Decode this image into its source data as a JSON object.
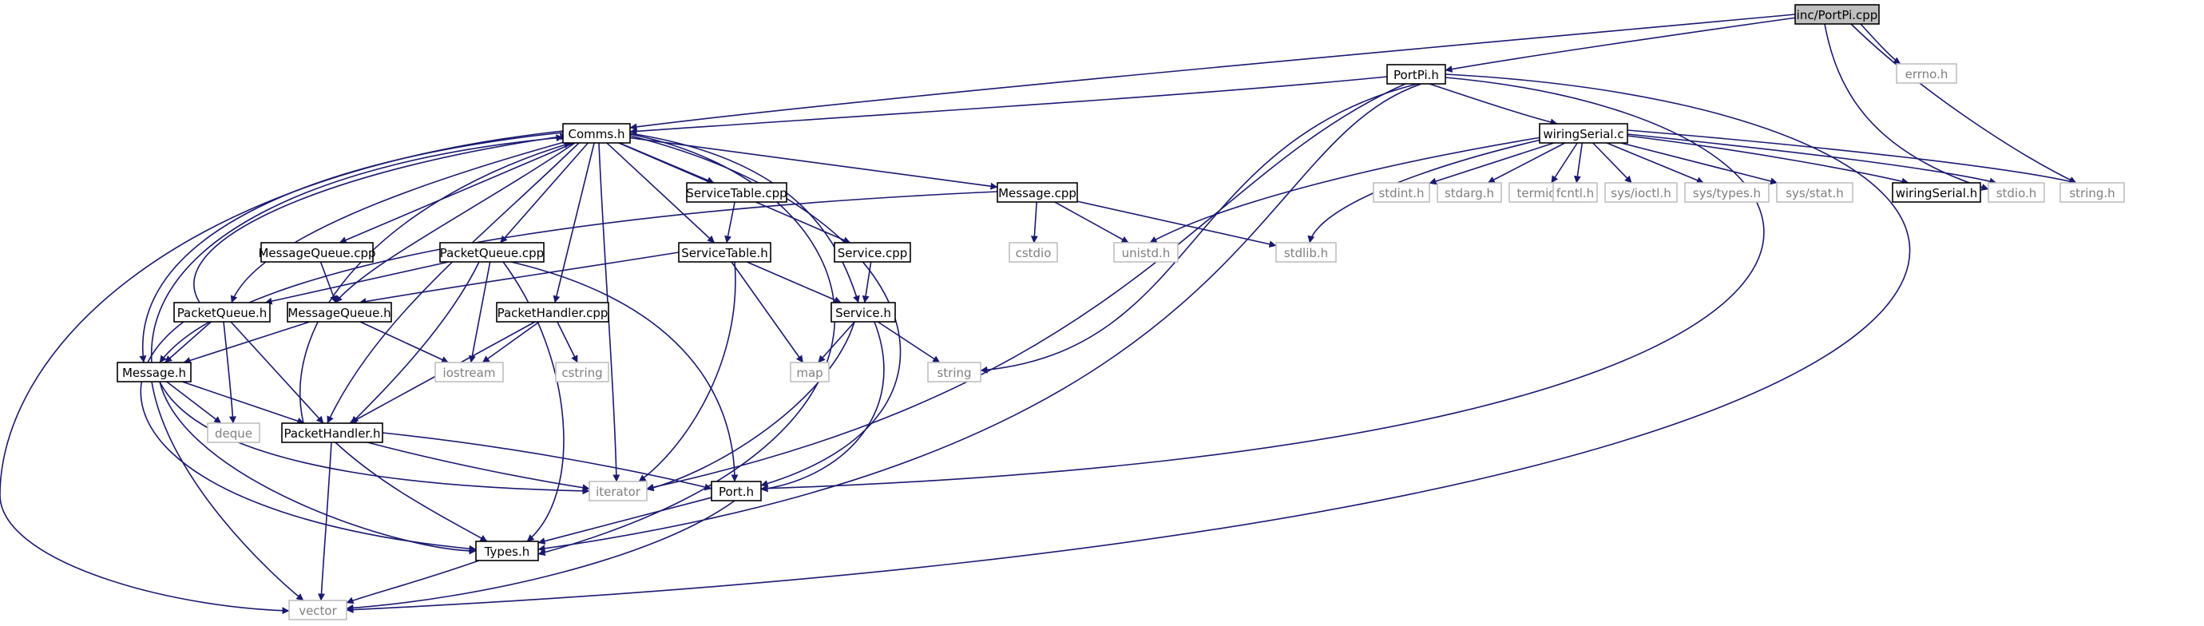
{
  "diagram": {
    "colors": {
      "edge": "#191970",
      "node_border": "#000000",
      "root_fill": "#bfbfbf",
      "node_fill": "#ffffff",
      "system_border": "#bfbfbf",
      "system_text": "#7f7f7f"
    },
    "nodes": [
      {
        "id": "portpi_cpp",
        "label": "inc/PortPi.cpp",
        "kind": "root"
      },
      {
        "id": "portpi_h",
        "label": "PortPi.h",
        "kind": "file"
      },
      {
        "id": "errno_h",
        "label": "errno.h",
        "kind": "system"
      },
      {
        "id": "comms_h",
        "label": "Comms.h",
        "kind": "file"
      },
      {
        "id": "wiringserial_c",
        "label": "wiringSerial.c",
        "kind": "file"
      },
      {
        "id": "servicetable_cpp",
        "label": "ServiceTable.cpp",
        "kind": "file"
      },
      {
        "id": "message_cpp",
        "label": "Message.cpp",
        "kind": "file"
      },
      {
        "id": "stdint_h",
        "label": "stdint.h",
        "kind": "system"
      },
      {
        "id": "stdarg_h",
        "label": "stdarg.h",
        "kind": "system"
      },
      {
        "id": "termios_h",
        "label": "termios.h",
        "kind": "system"
      },
      {
        "id": "fcntl_h",
        "label": "fcntl.h",
        "kind": "system"
      },
      {
        "id": "sys_ioctl_h",
        "label": "sys/ioctl.h",
        "kind": "system"
      },
      {
        "id": "sys_types_h",
        "label": "sys/types.h",
        "kind": "system"
      },
      {
        "id": "sys_stat_h",
        "label": "sys/stat.h",
        "kind": "system"
      },
      {
        "id": "wiringserial_h",
        "label": "wiringSerial.h",
        "kind": "file"
      },
      {
        "id": "stdio_h",
        "label": "stdio.h",
        "kind": "system"
      },
      {
        "id": "string_h",
        "label": "string.h",
        "kind": "system"
      },
      {
        "id": "messagequeue_cpp",
        "label": "MessageQueue.cpp",
        "kind": "file"
      },
      {
        "id": "packetqueue_cpp",
        "label": "PacketQueue.cpp",
        "kind": "file"
      },
      {
        "id": "servicetable_h",
        "label": "ServiceTable.h",
        "kind": "file"
      },
      {
        "id": "service_cpp",
        "label": "Service.cpp",
        "kind": "file"
      },
      {
        "id": "cstdio",
        "label": "cstdio",
        "kind": "system"
      },
      {
        "id": "unistd_h",
        "label": "unistd.h",
        "kind": "system"
      },
      {
        "id": "stdlib_h",
        "label": "stdlib.h",
        "kind": "system"
      },
      {
        "id": "packetqueue_h",
        "label": "PacketQueue.h",
        "kind": "file"
      },
      {
        "id": "messagequeue_h",
        "label": "MessageQueue.h",
        "kind": "file"
      },
      {
        "id": "packethandler_cpp",
        "label": "PacketHandler.cpp",
        "kind": "file"
      },
      {
        "id": "service_h",
        "label": "Service.h",
        "kind": "file"
      },
      {
        "id": "message_h",
        "label": "Message.h",
        "kind": "file"
      },
      {
        "id": "iostream",
        "label": "iostream",
        "kind": "system"
      },
      {
        "id": "cstring",
        "label": "cstring",
        "kind": "system"
      },
      {
        "id": "map",
        "label": "map",
        "kind": "system"
      },
      {
        "id": "string",
        "label": "string",
        "kind": "system"
      },
      {
        "id": "deque",
        "label": "deque",
        "kind": "system"
      },
      {
        "id": "packethandler_h",
        "label": "PacketHandler.h",
        "kind": "file"
      },
      {
        "id": "iterator",
        "label": "iterator",
        "kind": "system"
      },
      {
        "id": "port_h",
        "label": "Port.h",
        "kind": "file"
      },
      {
        "id": "types_h",
        "label": "Types.h",
        "kind": "file"
      },
      {
        "id": "vector",
        "label": "vector",
        "kind": "system"
      }
    ],
    "edges": [
      {
        "from": "portpi_cpp",
        "to": "portpi_h"
      },
      {
        "from": "portpi_cpp",
        "to": "errno_h"
      },
      {
        "from": "portpi_cpp",
        "to": "comms_h"
      },
      {
        "from": "portpi_cpp",
        "to": "stdio_h"
      },
      {
        "from": "portpi_cpp",
        "to": "string_h"
      },
      {
        "from": "portpi_h",
        "to": "comms_h"
      },
      {
        "from": "portpi_h",
        "to": "wiringserial_c"
      },
      {
        "from": "portpi_h",
        "to": "iterator"
      },
      {
        "from": "portpi_h",
        "to": "string"
      },
      {
        "from": "portpi_h",
        "to": "types_h"
      },
      {
        "from": "portpi_h",
        "to": "port_h"
      },
      {
        "from": "portpi_h",
        "to": "vector"
      },
      {
        "from": "wiringserial_c",
        "to": "stdint_h"
      },
      {
        "from": "wiringserial_c",
        "to": "stdarg_h"
      },
      {
        "from": "wiringserial_c",
        "to": "termios_h"
      },
      {
        "from": "wiringserial_c",
        "to": "fcntl_h"
      },
      {
        "from": "wiringserial_c",
        "to": "sys_ioctl_h"
      },
      {
        "from": "wiringserial_c",
        "to": "sys_types_h"
      },
      {
        "from": "wiringserial_c",
        "to": "sys_stat_h"
      },
      {
        "from": "wiringserial_c",
        "to": "wiringserial_h"
      },
      {
        "from": "wiringserial_c",
        "to": "stdio_h"
      },
      {
        "from": "wiringserial_c",
        "to": "string_h"
      },
      {
        "from": "wiringserial_c",
        "to": "unistd_h"
      },
      {
        "from": "wiringserial_c",
        "to": "stdlib_h"
      },
      {
        "from": "comms_h",
        "to": "servicetable_cpp"
      },
      {
        "from": "comms_h",
        "to": "message_cpp"
      },
      {
        "from": "comms_h",
        "to": "messagequeue_cpp"
      },
      {
        "from": "comms_h",
        "to": "packetqueue_cpp"
      },
      {
        "from": "comms_h",
        "to": "servicetable_h"
      },
      {
        "from": "comms_h",
        "to": "service_cpp"
      },
      {
        "from": "comms_h",
        "to": "packethandler_cpp"
      },
      {
        "from": "comms_h",
        "to": "packetqueue_h"
      },
      {
        "from": "comms_h",
        "to": "messagequeue_h"
      },
      {
        "from": "comms_h",
        "to": "message_h"
      },
      {
        "from": "comms_h",
        "to": "packethandler_h"
      },
      {
        "from": "comms_h",
        "to": "service_h"
      },
      {
        "from": "comms_h",
        "to": "iterator"
      },
      {
        "from": "comms_h",
        "to": "port_h"
      },
      {
        "from": "comms_h",
        "to": "types_h"
      },
      {
        "from": "comms_h",
        "to": "vector"
      },
      {
        "from": "servicetable_cpp",
        "to": "servicetable_h"
      },
      {
        "from": "message_cpp",
        "to": "cstdio"
      },
      {
        "from": "message_cpp",
        "to": "unistd_h"
      },
      {
        "from": "message_cpp",
        "to": "stdlib_h"
      },
      {
        "from": "message_cpp",
        "to": "message_h"
      },
      {
        "from": "messagequeue_cpp",
        "to": "messagequeue_h"
      },
      {
        "from": "packetqueue_cpp",
        "to": "packetqueue_h"
      },
      {
        "from": "packetqueue_cpp",
        "to": "iostream"
      },
      {
        "from": "packetqueue_cpp",
        "to": "packethandler_h"
      },
      {
        "from": "packetqueue_cpp",
        "to": "port_h"
      },
      {
        "from": "packetqueue_cpp",
        "to": "types_h"
      },
      {
        "from": "servicetable_h",
        "to": "messagequeue_h"
      },
      {
        "from": "servicetable_h",
        "to": "service_h"
      },
      {
        "from": "servicetable_h",
        "to": "map"
      },
      {
        "from": "servicetable_h",
        "to": "iterator"
      },
      {
        "from": "service_cpp",
        "to": "service_h"
      },
      {
        "from": "packethandler_cpp",
        "to": "iostream"
      },
      {
        "from": "packethandler_cpp",
        "to": "cstring"
      },
      {
        "from": "packethandler_cpp",
        "to": "packethandler_h"
      },
      {
        "from": "packetqueue_h",
        "to": "comms_h"
      },
      {
        "from": "packetqueue_h",
        "to": "message_h"
      },
      {
        "from": "packetqueue_h",
        "to": "deque"
      },
      {
        "from": "packetqueue_h",
        "to": "packethandler_h"
      },
      {
        "from": "packetqueue_h",
        "to": "types_h"
      },
      {
        "from": "messagequeue_h",
        "to": "message_h"
      },
      {
        "from": "messagequeue_h",
        "to": "iostream"
      },
      {
        "from": "message_h",
        "to": "comms_h"
      },
      {
        "from": "message_h",
        "to": "packethandler_h"
      },
      {
        "from": "message_h",
        "to": "deque"
      },
      {
        "from": "message_h",
        "to": "iterator"
      },
      {
        "from": "message_h",
        "to": "types_h"
      },
      {
        "from": "message_h",
        "to": "vector"
      },
      {
        "from": "service_h",
        "to": "map"
      },
      {
        "from": "service_h",
        "to": "string"
      },
      {
        "from": "service_h",
        "to": "iterator"
      },
      {
        "from": "service_h",
        "to": "port_h"
      },
      {
        "from": "packethandler_h",
        "to": "comms_h"
      },
      {
        "from": "packethandler_h",
        "to": "iterator"
      },
      {
        "from": "packethandler_h",
        "to": "port_h"
      },
      {
        "from": "packethandler_h",
        "to": "types_h"
      },
      {
        "from": "packethandler_h",
        "to": "vector"
      },
      {
        "from": "port_h",
        "to": "types_h"
      },
      {
        "from": "port_h",
        "to": "vector"
      },
      {
        "from": "types_h",
        "to": "vector"
      }
    ]
  }
}
